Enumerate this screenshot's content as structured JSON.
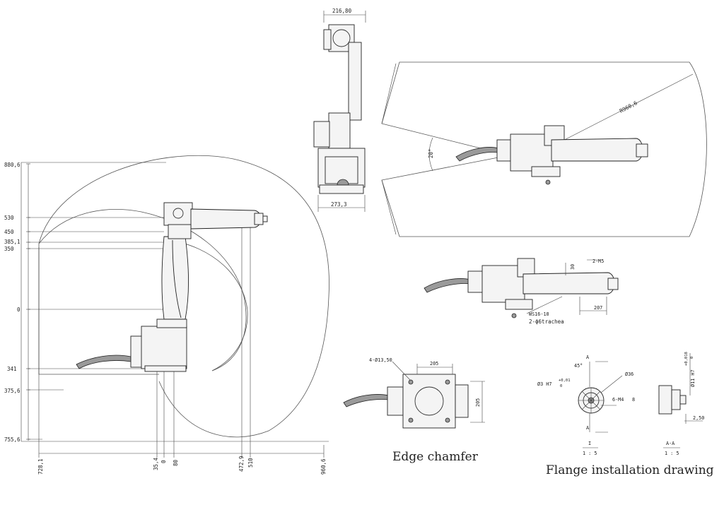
{
  "side_view": {
    "y_labels": [
      "880,6",
      "530",
      "450",
      "385,1",
      "350",
      "0",
      "341",
      "375,6",
      "755,6"
    ],
    "x_labels": [
      "728,1",
      "35,4",
      "0",
      "80",
      "472,9",
      "510",
      "960,6"
    ]
  },
  "front_view": {
    "width_top": "216,80",
    "width_bottom": "273,3"
  },
  "top_view": {
    "radius": "R960,6",
    "angle": "20°"
  },
  "detail_view": {
    "thread": "2-M5",
    "height": "30",
    "width": "207",
    "spec": "WS16-10",
    "trachea": "2-ϕ6trachea"
  },
  "base_view": {
    "holes": "4-Ø13,50",
    "width": "205",
    "height": "205",
    "caption": "Edge chamfer"
  },
  "flange_view": {
    "pin": "Ø3 H7",
    "pin_tol_upper": "+0,01",
    "pin_tol_lower": "0",
    "angle": "45°",
    "section_mark": "A",
    "diameter": "Ø36",
    "bolt": "6-M4",
    "bolt_depth": "8",
    "bore": "Ø11 H7",
    "bore_tol_upper": "+0,018",
    "bore_tol_lower": "0",
    "depth": "2,50",
    "scale_left_top": "I",
    "scale_left_bottom": "1 : 5",
    "scale_right_top": "A-A",
    "scale_right_bottom": "1 : 5",
    "caption": "Flange installation drawing"
  }
}
